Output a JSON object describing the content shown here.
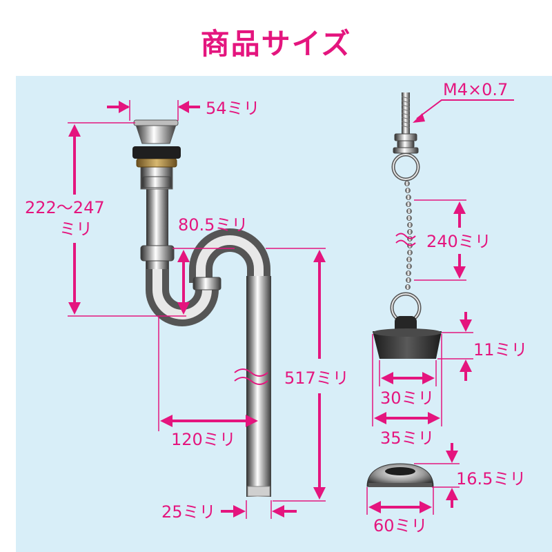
{
  "title": "商品サイズ",
  "colors": {
    "accent": "#e4157e",
    "panel": "#d8eef8",
    "chrome_dark": "#3a3a3a",
    "chrome_light": "#f4f4f4"
  },
  "labels": {
    "top_width": "54ミリ",
    "total_height_line1": "222〜247",
    "total_height_line2": "ミリ",
    "trap_depth": "80.5ミリ",
    "tail_length": "517ミリ",
    "offset_width": "120ミリ",
    "pipe_diameter": "25ミリ",
    "thread": "M4×0.7",
    "chain_length": "240ミリ",
    "stopper_height": "11ミリ",
    "stopper_bottom": "30ミリ",
    "stopper_top": "35ミリ",
    "flange_height": "16.5ミリ",
    "flange_width": "60ミリ"
  }
}
